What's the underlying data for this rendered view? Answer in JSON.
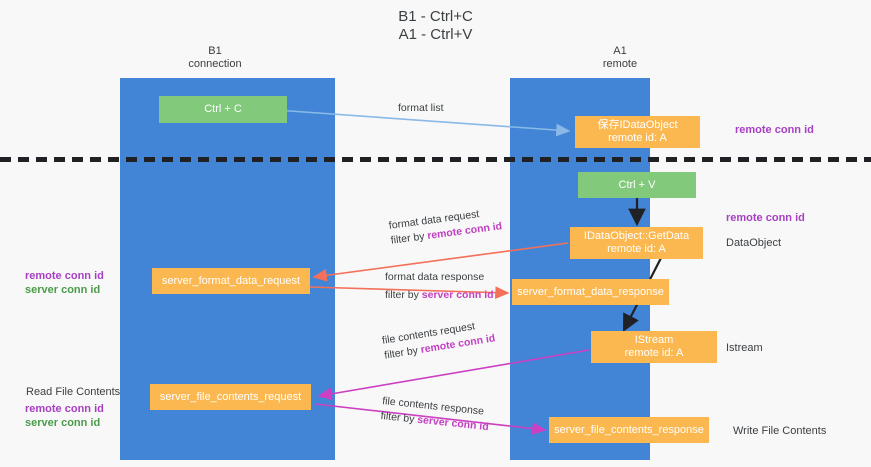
{
  "diagram": {
    "title": "B1 - Ctrl+C\nA1 - Ctrl+V",
    "colors": {
      "lane": "#4285d6",
      "node_green": "#83c97c",
      "node_orange": "#fbb851",
      "remote_conn_id": "#a83fc3",
      "server_conn_id": "#4a9c4a",
      "arrow_blue": "#8ab9e8",
      "arrow_red": "#f4705a",
      "arrow_black": "#202124",
      "arrow_magenta": "#cc3fc2",
      "background": "#f8f8f8"
    },
    "columns": [
      {
        "id": "b1",
        "title": "B1\nconnection"
      },
      {
        "id": "a1",
        "title": "A1\nremote"
      }
    ],
    "nodes": {
      "ctrl_c": "Ctrl + C",
      "ctrl_v": "Ctrl + V",
      "save_idataobject": "保存IDataObject\nremote id: A",
      "idataobject_getdata": "IDataObject::GetData\nremote id: A",
      "server_format_data_request": "server_format_data_request",
      "server_format_data_response": "server_format_data_response",
      "istream": "IStream\nremote id: A",
      "server_file_contents_request": "server_file_contents_request",
      "server_file_contents_response": "server_file_contents_response"
    },
    "right_annotations": [
      {
        "id": "remote-conn-id-1",
        "text": "remote conn id",
        "style": "purple"
      },
      {
        "id": "remote-conn-id-2",
        "text": "remote conn id",
        "style": "purple"
      },
      {
        "id": "dataobject",
        "text": "DataObject",
        "style": "plain"
      },
      {
        "id": "istream",
        "text": "Istream",
        "style": "plain"
      },
      {
        "id": "write-file-contents",
        "text": "Write File Contents",
        "style": "plain"
      }
    ],
    "left_annotations": [
      {
        "id": "remote-conn-id-left-1",
        "text": "remote conn id",
        "style": "purple"
      },
      {
        "id": "server-conn-id-left-1",
        "text": "server conn id",
        "style": "green"
      },
      {
        "id": "read-file-contents",
        "text": "Read File Contents",
        "style": "plain"
      },
      {
        "id": "remote-conn-id-left-2",
        "text": "remote conn id",
        "style": "purple"
      },
      {
        "id": "server-conn-id-left-2",
        "text": "server conn id",
        "style": "green"
      }
    ],
    "edges": [
      {
        "id": "format-list",
        "line1": "format list",
        "line2": "",
        "filter_prefix": "",
        "filter_key": "",
        "color": "#8ab9e8"
      },
      {
        "id": "format-data-request",
        "line1": "format data request",
        "filter_prefix": "filter by ",
        "filter_key": "remote conn id",
        "color": "#f4705a"
      },
      {
        "id": "format-data-response",
        "line1": "format data response",
        "filter_prefix": "filter by ",
        "filter_key": "server conn id",
        "color": "#f4705a"
      },
      {
        "id": "file-contents-request",
        "line1": "file contents request",
        "filter_prefix": "filter by ",
        "filter_key": "remote conn id",
        "color": "#cc3fc2"
      },
      {
        "id": "file-contents-response",
        "line1": "file contents response",
        "filter_prefix": "filter by ",
        "filter_key": "server conn id",
        "color": "#cc3fc2"
      }
    ]
  }
}
